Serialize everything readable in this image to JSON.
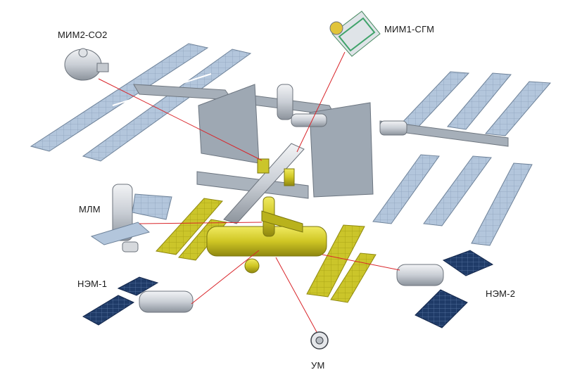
{
  "labels": {
    "mim2": "МИМ2-СО2",
    "mim1": "МИМ1-СГМ",
    "mlm": "МЛМ",
    "nem1": "НЭМ-1",
    "nem2": "НЭМ-2",
    "um": "УМ"
  },
  "colors": {
    "callout_line": "#d9252a",
    "us_solar_panel": "#a9bfd6",
    "truss": "#a4adb7",
    "radiator": "#9aa5b1",
    "russian_segment": "#c8c21e",
    "new_module_panel": "#1e3a66",
    "module_body": "#c7ccd2"
  }
}
